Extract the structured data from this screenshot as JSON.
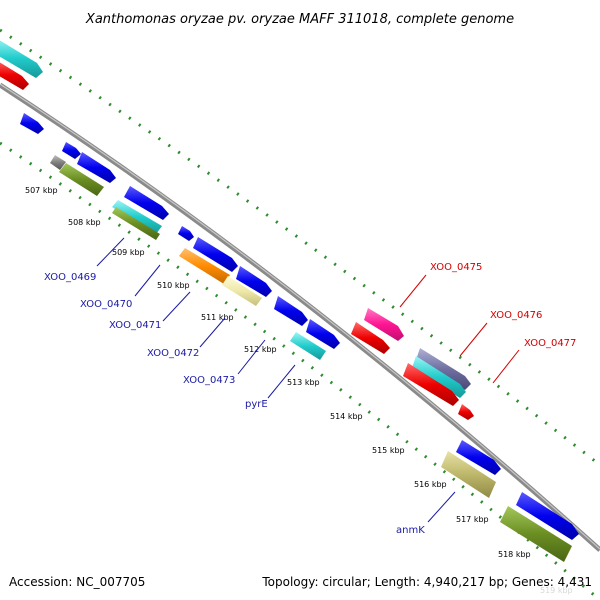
{
  "header": {
    "title": "Xanthomonas oryzae pv. oryzae MAFF 311018, complete genome"
  },
  "footer": {
    "accession": "Accession: NC_007705",
    "summary": "Topology: circular; Length: 4,940,217 bp; Genes: 4,431",
    "faint_label": "519 kbp"
  },
  "scale": {
    "unit": "kbp",
    "ticks": [
      {
        "kb": 507,
        "label": "507 kbp"
      },
      {
        "kb": 508,
        "label": "508 kbp"
      },
      {
        "kb": 509,
        "label": "509 kbp"
      },
      {
        "kb": 510,
        "label": "510 kbp"
      },
      {
        "kb": 511,
        "label": "511 kbp"
      },
      {
        "kb": 512,
        "label": "512 kbp"
      },
      {
        "kb": 513,
        "label": "513 kbp"
      },
      {
        "kb": 514,
        "label": "514 kbp"
      },
      {
        "kb": 515,
        "label": "515 kbp"
      },
      {
        "kb": 516,
        "label": "516 kbp"
      },
      {
        "kb": 517,
        "label": "517 kbp"
      },
      {
        "kb": 518,
        "label": "518 kbp"
      }
    ]
  },
  "gene_labels": [
    {
      "name": "XOO_0469",
      "color": "#1a1aa6"
    },
    {
      "name": "XOO_0470",
      "color": "#1a1aa6"
    },
    {
      "name": "XOO_0471",
      "color": "#1a1aa6"
    },
    {
      "name": "XOO_0472",
      "color": "#1a1aa6"
    },
    {
      "name": "XOO_0473",
      "color": "#1a1aa6"
    },
    {
      "name": "pyrE",
      "color": "#1a1aa6"
    },
    {
      "name": "anmK",
      "color": "#1a1aa6"
    },
    {
      "name": "XOO_0475",
      "color": "#d40000"
    },
    {
      "name": "XOO_0476",
      "color": "#d40000"
    },
    {
      "name": "XOO_0477",
      "color": "#d40000"
    }
  ],
  "colors": {
    "backbone": "#8a8a8a",
    "tick_dots": "#2e8b2e",
    "feature_blue": "#0000ee",
    "feature_red": "#ee0000",
    "feature_cyan": "#22cccc",
    "feature_olive": "#6b8e23",
    "feature_khaki": "#bdb76b",
    "feature_orange": "#ff8c00",
    "feature_yellow": "#eee8aa",
    "feature_pink": "#ff1493",
    "feature_grey": "#808080",
    "feature_slate": "#7070a0"
  }
}
